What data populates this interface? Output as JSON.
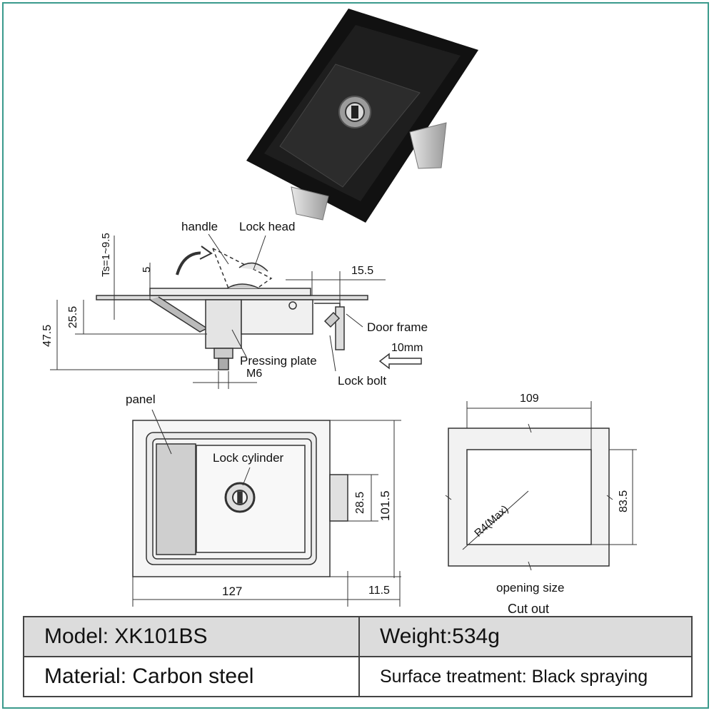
{
  "labels": {
    "handle": "handle",
    "lock_head": "Lock head",
    "ts": "Ts=1~9.5",
    "d5": "5",
    "d15_5": "15.5",
    "d25_5": "25.5",
    "d47_5": "47.5",
    "door_frame": "Door frame",
    "d10mm": "10mm",
    "pressing_plate": "Pressing plate",
    "lock_bolt": "Lock bolt",
    "m6": "M6",
    "panel": "panel",
    "lock_cylinder": "Lock cylinder",
    "d28_5": "28.5",
    "d101_5": "101.5",
    "d127": "127",
    "d11_5": "11.5",
    "d109": "109",
    "d83_5": "83.5",
    "r4": "R4(Max)",
    "opening_size": "opening size",
    "cut_out": "Cut out"
  },
  "spec": {
    "model": "Model: XK101BS",
    "weight": "Weight:534g",
    "material": "Material: Carbon steel",
    "surface": "Surface treatment: Black spraying"
  },
  "colors": {
    "border": "#3a9a8c",
    "table_header_bg": "#dcdcdc"
  }
}
